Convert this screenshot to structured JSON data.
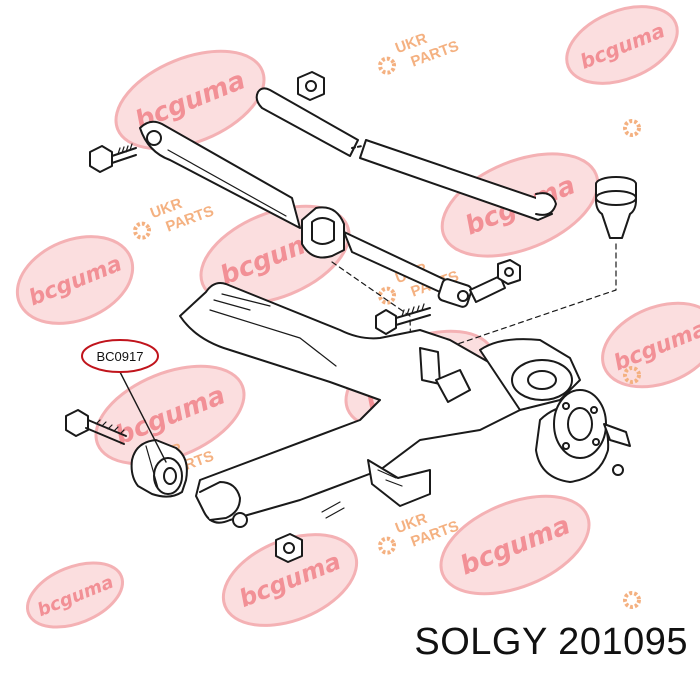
{
  "watermark": {
    "brand_text": "bcguma",
    "partner_line1": "UKR",
    "partner_line2": "PARTS",
    "brand_color": "#e8474f",
    "brand_fill": "#f7c7c9",
    "partner_color": "#f3a36b",
    "partner_icon": "gear-icon"
  },
  "callout": {
    "part_code": "BC0917",
    "ring_color": "#c0141c"
  },
  "footer": {
    "product_label": "SOLGY 201095"
  },
  "colors": {
    "line": "#1a1a1a",
    "background": "#ffffff"
  }
}
